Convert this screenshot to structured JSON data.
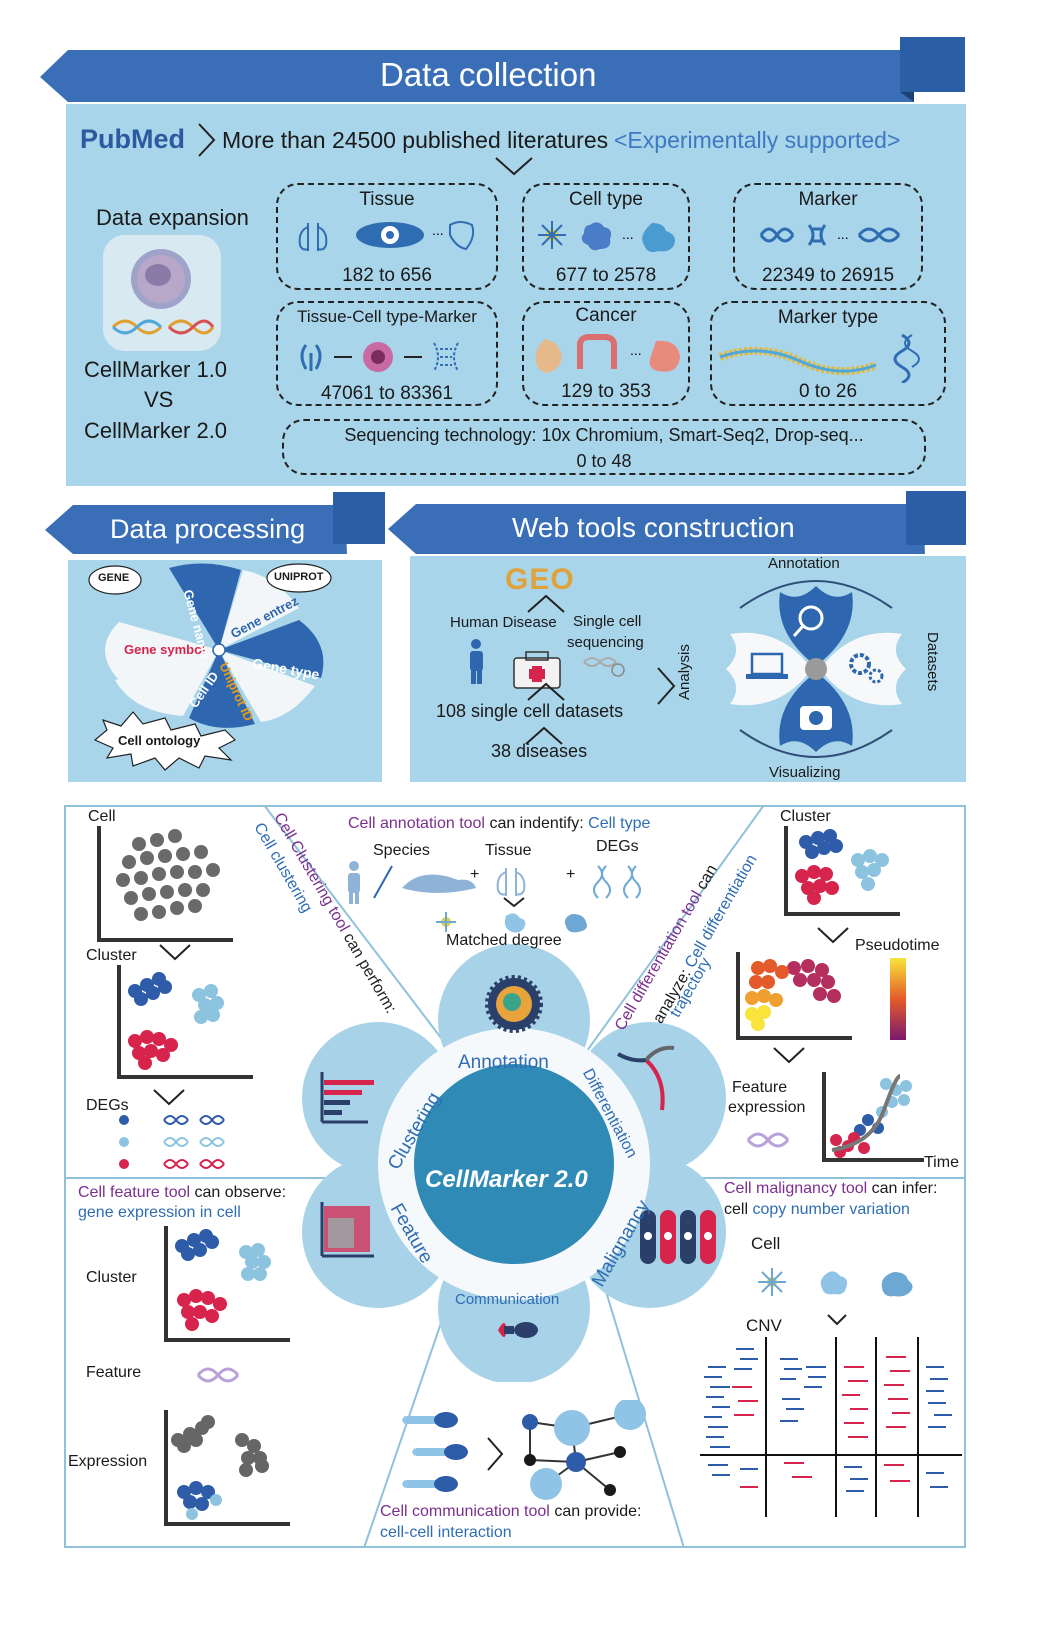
{
  "collection": {
    "title": "Data collection",
    "pubmed_logo": "PubMed",
    "literature_text": "More than 24500 published literatures",
    "experimental": "<Experimentally supported>",
    "expansion_label": "Data expansion",
    "cm1": "CellMarker 1.0",
    "vs": "VS",
    "cm2": "CellMarker 2.0",
    "boxes": {
      "tissue": {
        "title": "Tissue",
        "range": "182 to 656"
      },
      "celltype": {
        "title": "Cell type",
        "range": "677 to 2578"
      },
      "marker": {
        "title": "Marker",
        "range": "22349 to 26915"
      },
      "tcm": {
        "title": "Tissue-Cell type-Marker",
        "range": "47061 to 83361"
      },
      "cancer": {
        "title": "Cancer",
        "range": "129 to 353"
      },
      "markertype": {
        "title": "Marker type",
        "range": "0 to 26"
      },
      "seq": {
        "title": "Sequencing technology: 10x Chromium, Smart-Seq2, Drop-seq...",
        "range": "0 to 48"
      }
    },
    "ellipsis": "..."
  },
  "processing": {
    "title": "Data processing",
    "gene_bubble": "GENE",
    "uniprot_bubble": "UNIPROT",
    "ontology_bubble": "Cell ontology",
    "gene_symbol": "Gene symbol",
    "gene_name": "Gene name",
    "gene_entrez": "Gene entrez",
    "gene_type": "Gene type",
    "cell_id": "Cell ID",
    "uniprot_id": "Uniprot ID"
  },
  "webtools": {
    "title": "Web tools construction",
    "geo": "GEO",
    "human_disease": "Human Disease",
    "single_cell_1": "Single cell",
    "single_cell_2": "sequencing",
    "datasets_108": "108 single cell datasets",
    "diseases_38": "38 diseases",
    "analysis": "Analysis",
    "datasets": "Datasets",
    "annotation": "Annotation",
    "visualizing": "Visualizing"
  },
  "tools": {
    "center": "CellMarker 2.0",
    "petal_annotation": "Annotation",
    "petal_clustering": "Clustering",
    "petal_differentiation": "Differentiation",
    "petal_feature": "Feature",
    "petal_malignancy": "Malignancy",
    "petal_communication": "Communication",
    "cell": "Cell",
    "cluster": "Cluster",
    "degs": "DEGs",
    "clustering_desc_1": "Cell Clustering tool",
    "clustering_desc_2": "can perform:",
    "clustering_desc_3": "Cell clustering",
    "annotation_desc_1": "Cell annotation tool",
    "annotation_desc_2": "can indentify:",
    "annotation_desc_3": "Cell type",
    "species": "Species",
    "tissue": "Tissue",
    "degs2": "DEGs",
    "plus": "+",
    "matched_degree": "Matched degree",
    "diff_desc_1": "Cell differentiation tool",
    "diff_desc_2": "can",
    "diff_desc_3": "analyze:",
    "diff_desc_4": "Cell differentiation",
    "diff_desc_5": "trajectory",
    "cluster_right": "Cluster",
    "pseudotime": "Pseudotime",
    "feature_expression_1": "Feature",
    "feature_expression_2": "expression",
    "time": "Time",
    "feature_desc_1": "Cell feature tool",
    "feature_desc_2": "can observe:",
    "feature_desc_3": "gene expression in cell",
    "cluster_left": "Cluster",
    "feature_label": "Feature",
    "expression_label": "Expression",
    "malignancy_desc_1": "Cell malignancy tool",
    "malignancy_desc_2": "can infer:",
    "malignancy_desc_3": "cell",
    "malignancy_desc_4": "copy number variation",
    "cell_right": "Cell",
    "cnv": "CNV",
    "comm_desc_1": "Cell communication tool",
    "comm_desc_2": "can provide:",
    "comm_desc_3": "cell-cell interaction"
  },
  "colors": {
    "banner_dark": "#2f66b0",
    "banner_light": "#5c8fd0",
    "panel": "#a9d5ea",
    "petal": "#a7d2e7",
    "petal_dark": "#2f8ab5",
    "purple": "#7b2f8e",
    "blue": "#2f6db3",
    "red": "#d6244d",
    "dark_blue": "#2e5ca8",
    "light_blue": "#8cc4e0",
    "gray": "#666666"
  }
}
